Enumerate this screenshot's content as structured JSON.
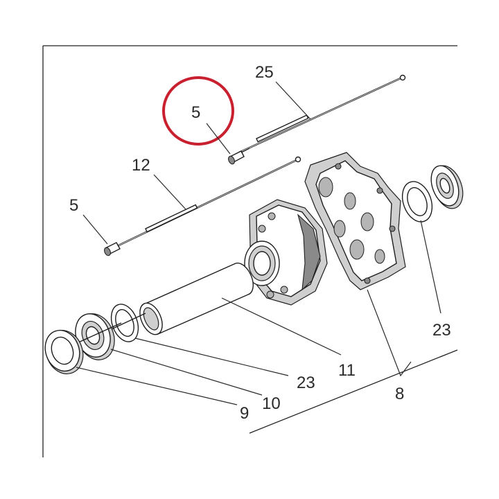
{
  "diagram": {
    "callouts": [
      {
        "id": "5-top",
        "text": "5"
      },
      {
        "id": "25",
        "text": "25"
      },
      {
        "id": "12",
        "text": "12"
      },
      {
        "id": "5-left",
        "text": "5"
      },
      {
        "id": "23-right",
        "text": "23"
      },
      {
        "id": "11",
        "text": "11"
      },
      {
        "id": "23-bottom",
        "text": "23"
      },
      {
        "id": "8",
        "text": "8"
      },
      {
        "id": "10",
        "text": "10"
      },
      {
        "id": "9",
        "text": "9"
      }
    ],
    "highlight": {
      "target": "5-top",
      "color": "#c8202f"
    },
    "colors": {
      "ink": "#1e1e1e",
      "shade": "#cfcfcf",
      "highlight": "#c8202f"
    }
  }
}
